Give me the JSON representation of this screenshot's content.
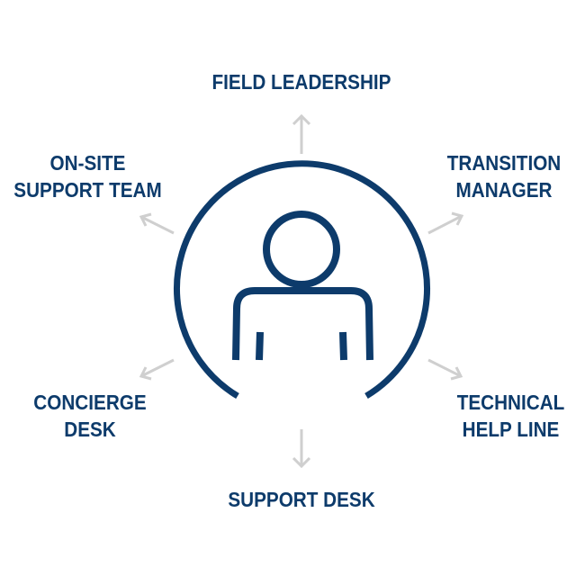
{
  "colors": {
    "primary": "#0d3b6b",
    "arrow": "#cfcfcf"
  },
  "icons": {
    "center": "person-icon",
    "arrows": "arrow-icon"
  },
  "labels": {
    "top": "FIELD LEADERSHIP",
    "upper_left": [
      "ON-SITE",
      "SUPPORT TEAM"
    ],
    "upper_right": [
      "TRANSITION",
      "MANAGER"
    ],
    "lower_left": [
      "CONCIERGE",
      "DESK"
    ],
    "lower_right": [
      "TECHNICAL",
      "HELP LINE"
    ],
    "bottom": "SUPPORT DESK"
  }
}
